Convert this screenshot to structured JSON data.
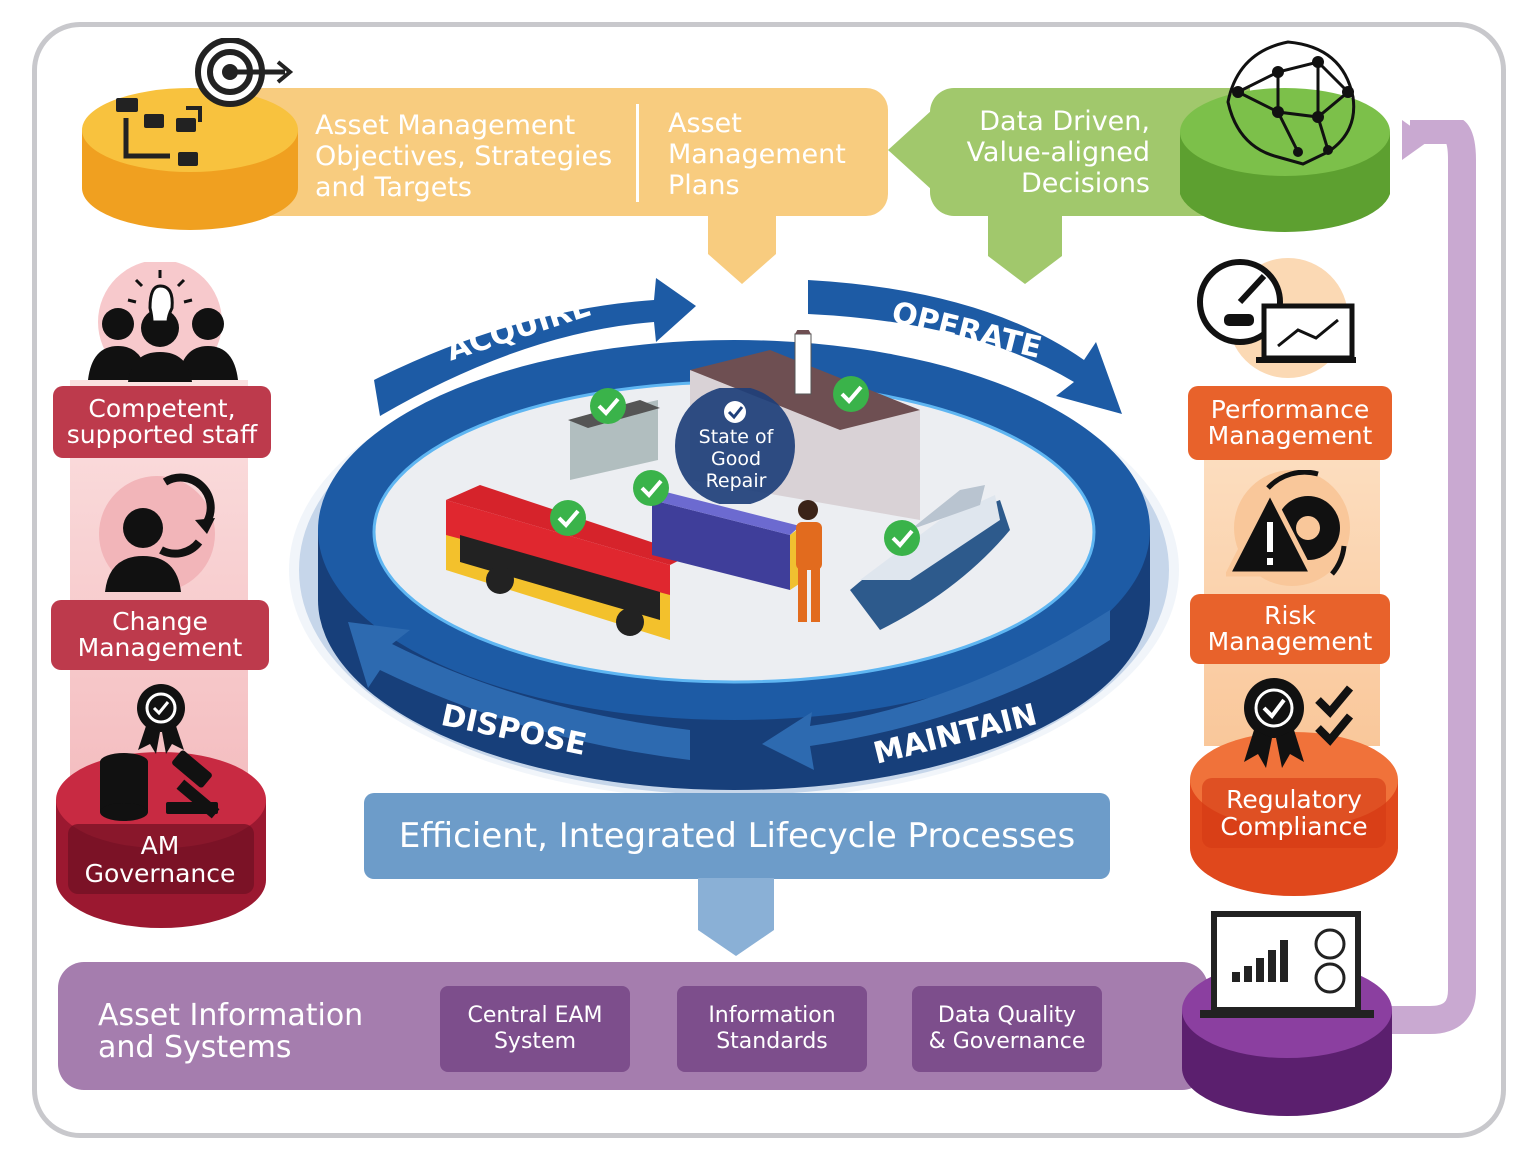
{
  "objectives": {
    "line1": "Asset Management",
    "line2": "Objectives, Strategies",
    "line3": "and Targets"
  },
  "plans": {
    "line1": "Asset",
    "line2": "Management",
    "line3": "Plans"
  },
  "decisions": {
    "line1": "Data Driven,",
    "line2": "Value-aligned",
    "line3": "Decisions"
  },
  "left_column": {
    "staff": {
      "line1": "Competent,",
      "line2": "supported staff"
    },
    "change": {
      "line1": "Change",
      "line2": "Management"
    },
    "governance": {
      "line1": "AM",
      "line2": "Governance"
    }
  },
  "right_column": {
    "performance": {
      "line1": "Performance",
      "line2": "Management"
    },
    "risk": {
      "line1": "Risk",
      "line2": "Management"
    },
    "compliance": {
      "line1": "Regulatory",
      "line2": "Compliance"
    }
  },
  "lifecycle": {
    "acquire": "ACQUIRE",
    "operate": "OPERATE",
    "maintain": "MAINTAIN",
    "dispose": "DISPOSE",
    "center": {
      "line1": "State of",
      "line2": "Good",
      "line3": "Repair"
    }
  },
  "processes": "Efficient, Integrated Lifecycle Processes",
  "information": {
    "title_line1": "Asset Information",
    "title_line2": "and Systems",
    "boxes": [
      {
        "line1": "Central EAM",
        "line2": "System"
      },
      {
        "line1": "Information",
        "line2": "Standards"
      },
      {
        "line1": "Data Quality",
        "line2": "& Governance"
      }
    ]
  },
  "colors": {
    "orange": "#f5b133",
    "green": "#6db33f",
    "red": "#b0283a",
    "burnt_orange": "#e8622b",
    "purple": "#7d3a8c",
    "blue": "#1f5fa8"
  },
  "icons": [
    "target-icon",
    "workflow-icon",
    "brain-network-icon",
    "lightbulb-team-icon",
    "change-cycle-icon",
    "award-badge-icon",
    "database-gavel-icon",
    "gauge-chart-icon",
    "risk-gear-icon",
    "compliance-badge-icon",
    "dashboard-laptop-icon"
  ]
}
